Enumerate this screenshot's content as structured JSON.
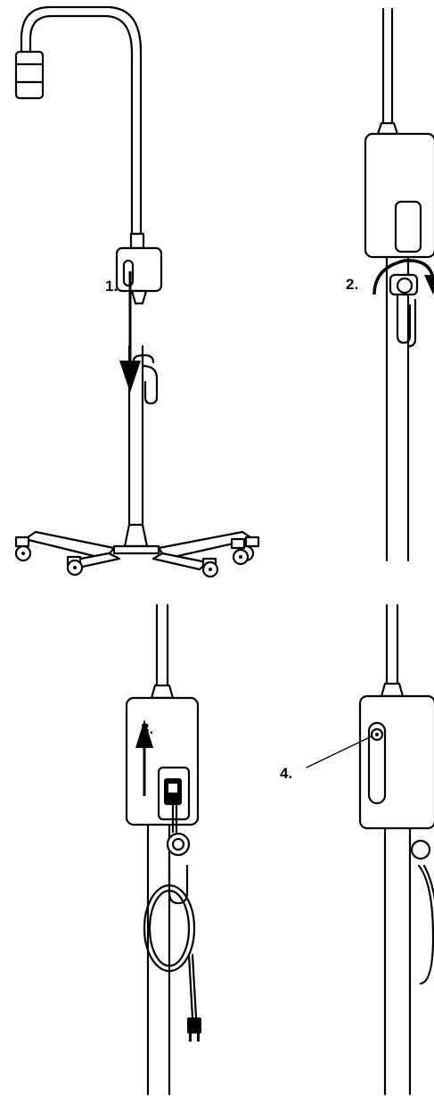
{
  "steps": [
    {
      "id": 1,
      "label": "1."
    },
    {
      "id": 2,
      "label": "2."
    },
    {
      "id": 3,
      "label": "3."
    },
    {
      "id": 4,
      "label": "4."
    }
  ],
  "colors": {
    "ink": "#000000",
    "paper": "#ffffff"
  }
}
